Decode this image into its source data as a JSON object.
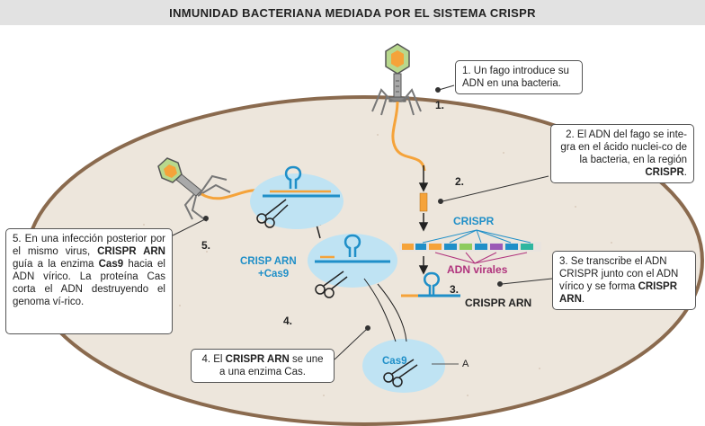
{
  "title": "INMUNIDAD BACTERIANA MEDIADA POR EL SISTEMA CRISPR",
  "colors": {
    "cell_fill": "#ede6dc",
    "cell_border": "#8a6a4e",
    "dna_orange": "#f5a33a",
    "rna_blue": "#1f8fc8",
    "cas_fill": "#bfe3f3",
    "magenta": "#b0337d",
    "text_dark": "#222222"
  },
  "callouts": {
    "c1": {
      "text": "1. Un fago introduce su ADN en una bacteria."
    },
    "c2": {
      "pre": "2. El ADN del fago se inte-gra en el ácido nuclei-co de la bacteria, en la región ",
      "bold": "CRISPR",
      "post": "."
    },
    "c3": {
      "pre": "3. Se transcribe el ADN CRISPR junto con el ADN vírico y se forma ",
      "bold": "CRISPR ARN",
      "post": "."
    },
    "c4": {
      "pre": "4. El ",
      "bold": "CRISPR ARN",
      "post": " se une a una enzima Cas."
    },
    "c5": {
      "p1": "5. En una infección posterior por el mismo virus, ",
      "b1": "CRISPR ARN",
      "p2": " guía a la enzima ",
      "b2": "Cas9",
      "p3": " hacia el ADN vírico. La proteína Cas corta el ADN destruyendo el genoma ví-rico."
    }
  },
  "labels": {
    "step1": "1.",
    "step2": "2.",
    "step3": "3.",
    "step4": "4.",
    "step5": "5.",
    "crispr": "CRISPR",
    "adn_virales": "ADN virales",
    "crispr_arn": "CRISPR ARN",
    "crisp_arn_cas9_l1": "CRISP ARN",
    "crisp_arn_cas9_l2": "+Cas9",
    "cas9": "Cas9",
    "a_label": "A"
  }
}
